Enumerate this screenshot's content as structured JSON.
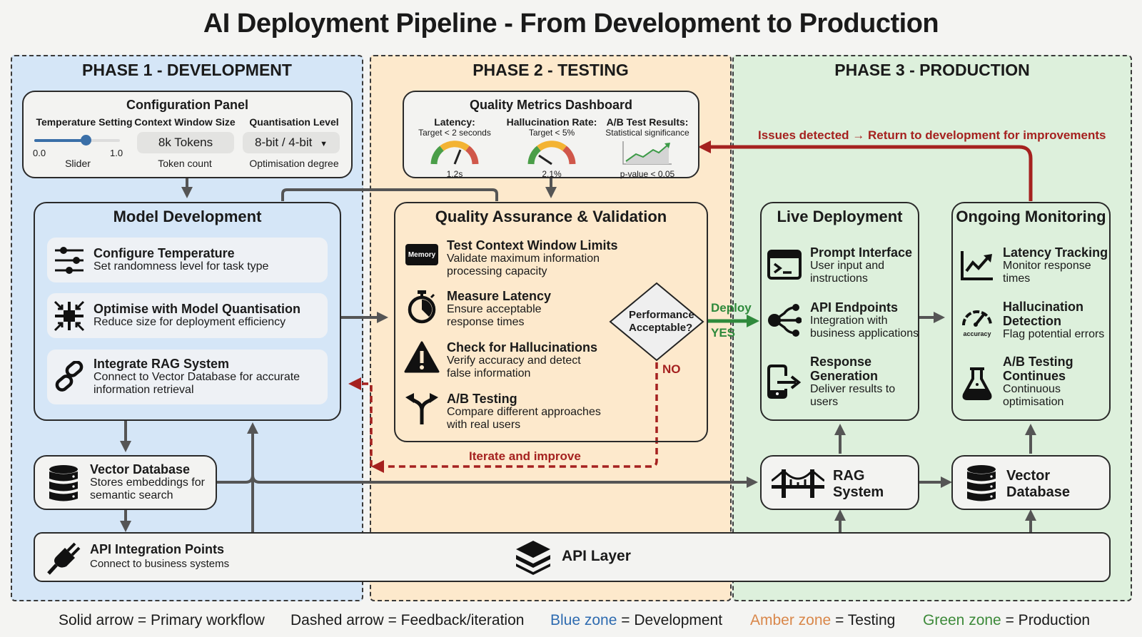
{
  "title": "AI Deployment Pipeline - From Development to Production",
  "colors": {
    "dev_zone": "#d5e6f7",
    "test_zone": "#fde9cc",
    "prod_zone": "#ddf0dc",
    "feedback_red": "#a5211f",
    "deploy_green": "#2f8a3c",
    "legend_blue": "#2e6bb0",
    "legend_amber": "#d9874a",
    "legend_green": "#3d8a3a"
  },
  "phases": [
    {
      "label": "PHASE 1 - DEVELOPMENT"
    },
    {
      "label": "PHASE 2 - TESTING"
    },
    {
      "label": "PHASE 3 - PRODUCTION"
    }
  ],
  "config_panel": {
    "title": "Configuration Panel",
    "temperature": {
      "label": "Temperature Setting",
      "min": "0.0",
      "max": "1.0",
      "value_fraction": 0.6,
      "caption": "Slider"
    },
    "context_window": {
      "label": "Context Window Size",
      "value": "8k Tokens",
      "caption": "Token count"
    },
    "quantisation": {
      "label": "Quantisation Level",
      "value": "8-bit / 4-bit",
      "caption": "Optimisation degree"
    }
  },
  "metrics_dashboard": {
    "title": "Quality Metrics Dashboard",
    "latency": {
      "label": "Latency:",
      "target": "Target < 2 seconds",
      "value": "1.2s"
    },
    "hallucination": {
      "label": "Hallucination Rate:",
      "target": "Target < 5%",
      "value": "2.1%"
    },
    "ab_test": {
      "label": "A/B Test Results:",
      "target": "Statistical significance",
      "value": "p-value < 0.05"
    }
  },
  "model_development": {
    "title": "Model Development",
    "items": [
      {
        "icon": "sliders-icon",
        "title": "Configure Temperature",
        "desc": "Set randomness level for task type"
      },
      {
        "icon": "compress-icon",
        "title": "Optimise with Model Quantisation",
        "desc": "Reduce size for deployment efficiency"
      },
      {
        "icon": "link-icon",
        "title": "Integrate RAG System",
        "desc": "Connect to Vector Database for accurate information retrieval"
      }
    ]
  },
  "qa": {
    "title": "Quality Assurance & Validation",
    "items": [
      {
        "icon": "memory-chip-icon",
        "icon_text": "Memory",
        "title": "Test Context Window Limits",
        "desc": "Validate maximum information processing capacity"
      },
      {
        "icon": "stopwatch-icon",
        "title": "Measure Latency",
        "desc": "Ensure acceptable response times"
      },
      {
        "icon": "warning-icon",
        "title": "Check for Hallucinations",
        "desc": "Verify accuracy and detect false information"
      },
      {
        "icon": "split-arrow-icon",
        "title": "A/B Testing",
        "desc": "Compare different approaches with real users"
      }
    ],
    "decision": "Performance Acceptable?",
    "yes_label": "YES",
    "no_label": "NO",
    "deploy_label": "Deploy"
  },
  "live_deployment": {
    "title": "Live Deployment",
    "items": [
      {
        "icon": "terminal-icon",
        "title": "Prompt Interface",
        "desc": "User input and instructions"
      },
      {
        "icon": "share-nodes-icon",
        "title": "API Endpoints",
        "desc": "Integration with business applications"
      },
      {
        "icon": "mobile-export-icon",
        "title": "Response Generation",
        "desc": "Deliver results to users"
      }
    ]
  },
  "monitoring": {
    "title": "Ongoing Monitoring",
    "items": [
      {
        "icon": "line-chart-icon",
        "title": "Latency Tracking",
        "desc": "Monitor response times"
      },
      {
        "icon": "gauge-icon",
        "icon_text": "accuracy",
        "title": "Hallucination Detection",
        "desc": "Flag potential errors"
      },
      {
        "icon": "flask-icon",
        "title": "A/B Testing Continues",
        "desc": "Continuous optimisation"
      }
    ]
  },
  "vector_db_dev": {
    "title": "Vector Database",
    "desc": "Stores embeddings for semantic search"
  },
  "rag_system": {
    "title": "RAG System"
  },
  "vector_db_prod": {
    "title": "Vector Database"
  },
  "api_bar": {
    "title": "API Integration Points",
    "desc": "Connect to business systems",
    "center": "API Layer"
  },
  "feedback": {
    "issues": "Issues detected → Return to development for improvements",
    "iterate": "Iterate and improve"
  },
  "legend": [
    {
      "key": "Solid arrow",
      "value": " = Primary workflow"
    },
    {
      "key": "Dashed arrow",
      "value": " = Feedback/iteration"
    },
    {
      "key": "Blue zone",
      "value": " = Development"
    },
    {
      "key": "Amber zone",
      "value": " = Testing"
    },
    {
      "key": "Green zone",
      "value": " = Production"
    }
  ]
}
